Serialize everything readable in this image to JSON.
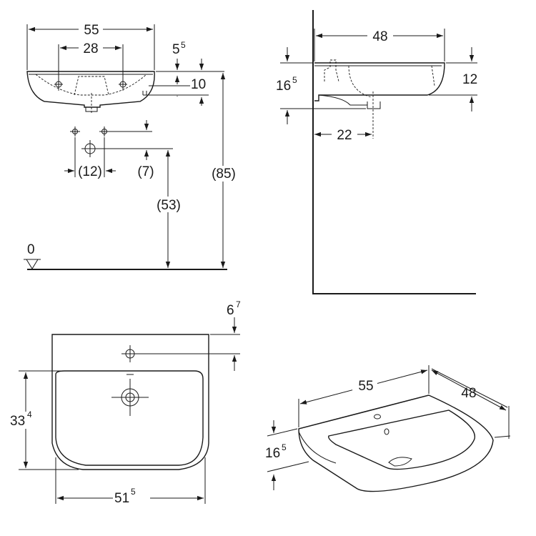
{
  "front_view": {
    "width": "55",
    "tap_spacing": "28",
    "rim_drop": "5",
    "rim_drop_sup": "5",
    "rim_height": "10",
    "valve_spacing": "(12)",
    "valve_drop": "(7)",
    "valve_height": "(53)",
    "total_height": "(85)",
    "floor_level": "0"
  },
  "side_view": {
    "depth": "48",
    "front_height": "16",
    "front_height_sup": "5",
    "rim_height": "12",
    "outlet_distance": "22"
  },
  "top_view": {
    "tap_hole_offset": "6",
    "tap_hole_offset_sup": "7",
    "bowl_depth": "33",
    "bowl_depth_sup": "4",
    "bowl_width": "51",
    "bowl_width_sup": "5"
  },
  "iso_view": {
    "width": "55",
    "depth": "48",
    "height": "16",
    "height_sup": "5"
  }
}
